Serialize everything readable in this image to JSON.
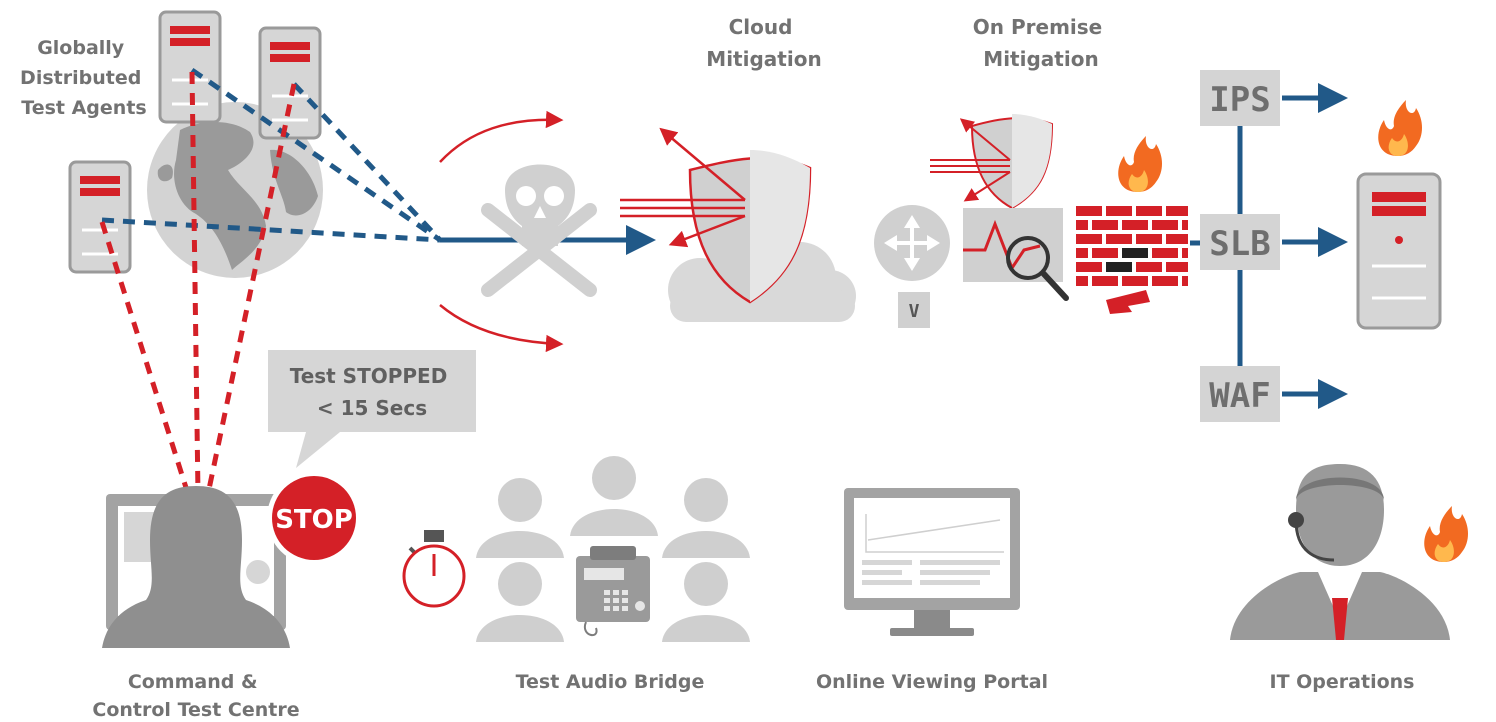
{
  "labels": {
    "agents_line1": "Globally",
    "agents_line2": "Distributed",
    "agents_line3": "Test Agents",
    "cloud_line1": "Cloud",
    "cloud_line2": "Mitigation",
    "onprem_line1": "On Premise",
    "onprem_line2": "Mitigation",
    "bubble_line1": "Test STOPPED",
    "bubble_line2": "< 15 Secs",
    "stop_sign": "STOP",
    "router_tag": "V",
    "command_line1": "Command &",
    "command_line2": "Control Test Centre",
    "audio_bridge": "Test Audio Bridge",
    "portal": "Online Viewing Portal",
    "it_ops": "IT Operations"
  },
  "appliances": [
    "IPS",
    "SLB",
    "WAF"
  ],
  "colors": {
    "red": "#d42027",
    "blue": "#215988",
    "gray": "#c9c9c9",
    "dark_gray": "#9a9a9a",
    "text": "#727272",
    "fire": "#f26a21"
  }
}
